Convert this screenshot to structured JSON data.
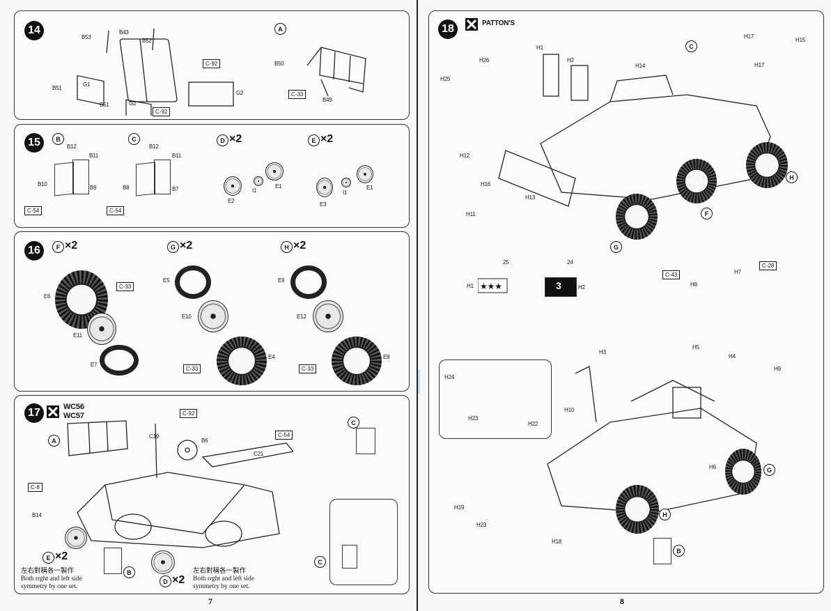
{
  "watermark": "imodels.net",
  "left_page": {
    "page_number": "7",
    "step14": {
      "number": "14",
      "callout": "A",
      "labels": [
        "B53",
        "B43",
        "B52",
        "B51",
        "G1",
        "B51",
        "G2",
        "C-92",
        "C-92",
        "G2",
        "B50",
        "C-33",
        "B49"
      ]
    },
    "step15": {
      "number": "15",
      "callouts": [
        "B",
        "C",
        "D",
        "E"
      ],
      "mult_d": "×2",
      "mult_e": "×2",
      "labels": [
        "B12",
        "B11",
        "B10",
        "B9",
        "C-54",
        "B12",
        "B11",
        "B8",
        "B7",
        "C-54",
        "E2",
        "I1",
        "E1",
        "E3",
        "I1",
        "E1"
      ]
    },
    "step16": {
      "number": "16",
      "callouts": [
        "F",
        "G",
        "H"
      ],
      "mult_f": "×2",
      "mult_g": "×2",
      "mult_h": "×2",
      "labels": [
        "C-33",
        "E6",
        "E11",
        "E7",
        "E5",
        "E10",
        "C-33",
        "E4",
        "E9",
        "E12",
        "C-33",
        "E8"
      ]
    },
    "step17": {
      "number": "17",
      "variant1": "WC56",
      "variant2": "WC57",
      "callouts": [
        "A",
        "C",
        "B",
        "C"
      ],
      "labels": [
        "C-92",
        "C19",
        "B6",
        "C-54",
        "C21",
        "C-8",
        "B14"
      ],
      "mult_e": "×2",
      "mult_d": "×2",
      "callout_e": "E",
      "callout_d": "D",
      "note1_cn": "左右對稱各一製作",
      "note1_en1": "Both rrght and left side",
      "note1_en2": "symmetry by one set.",
      "note2_cn": "左右對稱各一製作",
      "note2_en1": "Both rrght and left side",
      "note2_en2": "symmetry by one set."
    }
  },
  "right_page": {
    "page_number": "8",
    "step18": {
      "number": "18",
      "title": "PATTON'S",
      "callouts": [
        "C",
        "H",
        "F",
        "G",
        "B",
        "G",
        "H"
      ],
      "labels": [
        "H1",
        "H2",
        "H26",
        "H25",
        "H14",
        "H17",
        "H15",
        "H17",
        "H12",
        "H16",
        "H13",
        "H11",
        "H1",
        "H2",
        "C-43",
        "H8",
        "H7",
        "C-28",
        "H5",
        "H4",
        "H9",
        "H3",
        "H24",
        "H23",
        "H22",
        "H10",
        "H19",
        "H23",
        "H18",
        "H6"
      ],
      "decal1": "25",
      "decal2": "24",
      "decal_stars": "★★★",
      "decal_number": "3"
    }
  }
}
